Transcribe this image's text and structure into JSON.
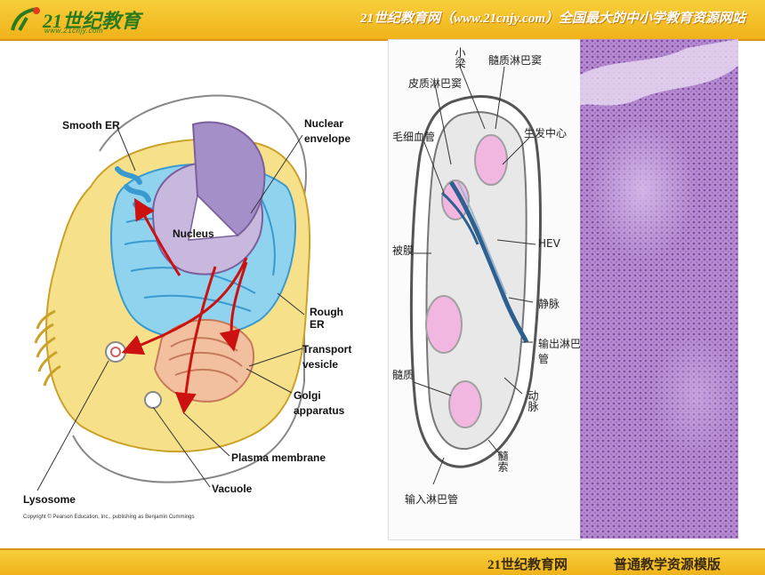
{
  "header": {
    "logo_text": "21世纪教育",
    "logo_url": "www.21cnjy.com",
    "site_title": "21世纪教育网（www.21cnjy.com）全国最大的中小学教育资源网站"
  },
  "footer": {
    "left": "21世纪教育网",
    "right": "普通教学资源模版"
  },
  "cell_diagram": {
    "labels": {
      "smooth_er": "Smooth ER",
      "nuclear_envelope_1": "Nuclear",
      "nuclear_envelope_2": "envelope",
      "nucleus": "Nucleus",
      "rough_er": "Rough ER",
      "transport_1": "Transport",
      "transport_2": "vesicle",
      "golgi_1": "Golgi",
      "golgi_2": "apparatus",
      "plasma_membrane": "Plasma membrane",
      "vacuole": "Vacuole",
      "lysosome": "Lysosome"
    },
    "copyright": "Copyright © Pearson Education, Inc., publishing as Benjamin Cummings"
  },
  "lymph_node": {
    "labels": {
      "xiaoliang": "小梁",
      "sui_lin_ba_dou": "髓质淋巴窦",
      "pi_lin_ba_dou": "皮质淋巴窦",
      "mao_xi_xue_guan": "毛细血管",
      "sheng_fa_zhong_xin": "生发中心",
      "bei_mo": "被膜",
      "hev": "HEV",
      "jing_mai": "静脉",
      "shu_chu": "输出淋巴管",
      "sui_zhi": "髓质",
      "dong_mai": "动脉",
      "sui_suo": "髓索",
      "shu_ru": "输入淋巴管"
    }
  },
  "colors": {
    "bar": "#f0b21a",
    "cell_cytoplasm": "#f6e18a",
    "er": "#8fd3ef",
    "nucleus": "#c9b8de",
    "golgi": "#f3c09f",
    "arrow": "#cc1111",
    "follicle": "#f1b7e0",
    "vessel": "#2d5f8f",
    "histology": "#b58ad0"
  }
}
